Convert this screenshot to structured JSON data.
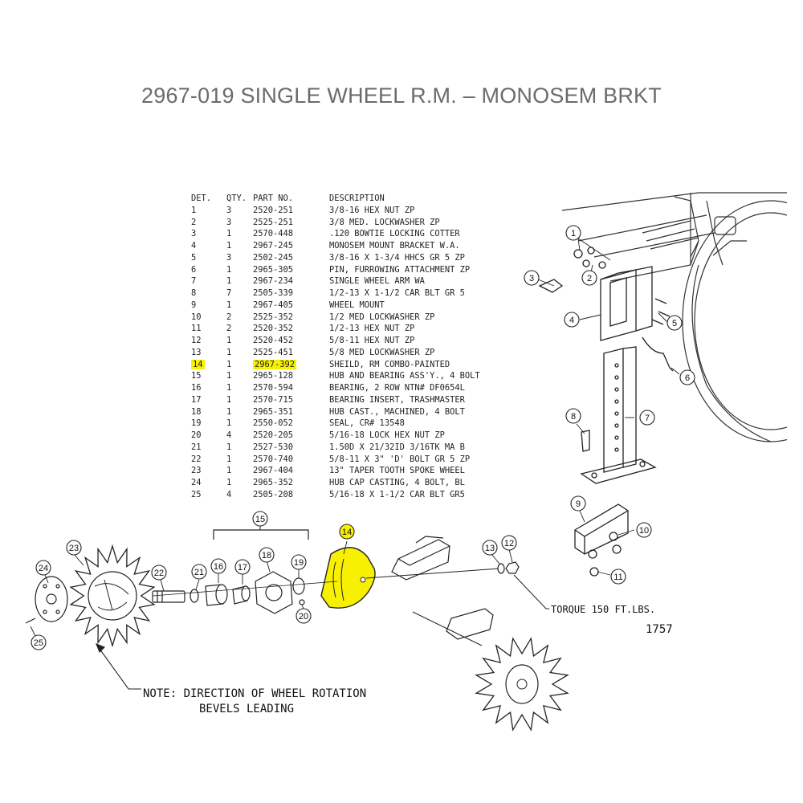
{
  "title": "2967-019 SINGLE WHEEL R.M. – MONOSEM BRKT",
  "table": {
    "headers": {
      "det": "DET.",
      "qty": "QTY.",
      "part": "PART NO.",
      "desc": "DESCRIPTION"
    },
    "rows": [
      {
        "det": "1",
        "qty": "3",
        "part": "2520-251",
        "desc": "3/8-16  HEX NUT ZP"
      },
      {
        "det": "2",
        "qty": "3",
        "part": "2525-251",
        "desc": "3/8 MED. LOCKWASHER ZP"
      },
      {
        "det": "3",
        "qty": "1",
        "part": "2570-448",
        "desc": ".120 BOWTIE LOCKING COTTER"
      },
      {
        "det": "4",
        "qty": "1",
        "part": "2967-245",
        "desc": "MONOSEM MOUNT BRACKET W.A."
      },
      {
        "det": "5",
        "qty": "3",
        "part": "2502-245",
        "desc": "3/8-16 X 1-3/4 HHCS GR 5 ZP"
      },
      {
        "det": "6",
        "qty": "1",
        "part": "2965-305",
        "desc": "PIN, FURROWING ATTACHMENT ZP"
      },
      {
        "det": "7",
        "qty": "1",
        "part": "2967-234",
        "desc": "SINGLE WHEEL ARM WA"
      },
      {
        "det": "8",
        "qty": "7",
        "part": "2505-339",
        "desc": "1/2-13 X 1-1/2 CAR BLT GR 5"
      },
      {
        "det": "9",
        "qty": "1",
        "part": "2967-405",
        "desc": "WHEEL MOUNT"
      },
      {
        "det": "10",
        "qty": "2",
        "part": "2525-352",
        "desc": "1/2 MED LOCKWASHER ZP"
      },
      {
        "det": "11",
        "qty": "2",
        "part": "2520-352",
        "desc": "1/2-13 HEX NUT ZP"
      },
      {
        "det": "12",
        "qty": "1",
        "part": "2520-452",
        "desc": "5/8-11 HEX NUT ZP"
      },
      {
        "det": "13",
        "qty": "1",
        "part": "2525-451",
        "desc": "5/8 MED LOCKWASHER ZP"
      },
      {
        "det": "14",
        "qty": "1",
        "part": "2967-392",
        "desc": "SHEILD, RM COMBO-PAINTED"
      },
      {
        "det": "15",
        "qty": "1",
        "part": "2965-128",
        "desc": "HUB AND BEARING ASS'Y., 4 BOLT"
      },
      {
        "det": "16",
        "qty": "1",
        "part": "2570-594",
        "desc": "BEARING, 2 ROW NTN# DF0654L"
      },
      {
        "det": "17",
        "qty": "1",
        "part": "2570-715",
        "desc": "BEARING INSERT, TRASHMASTER"
      },
      {
        "det": "18",
        "qty": "1",
        "part": "2965-351",
        "desc": "HUB CAST., MACHINED, 4 BOLT"
      },
      {
        "det": "19",
        "qty": "1",
        "part": "2550-052",
        "desc": "SEAL, CR# 13548"
      },
      {
        "det": "20",
        "qty": "4",
        "part": "2520-205",
        "desc": "5/16-18 LOCK HEX NUT ZP"
      },
      {
        "det": "21",
        "qty": "1",
        "part": "2527-530",
        "desc": "1.50D X 21/32ID 3/16TK MA B"
      },
      {
        "det": "22",
        "qty": "1",
        "part": "2570-740",
        "desc": "5/8-11 X 3\" 'D' BOLT GR 5 ZP"
      },
      {
        "det": "23",
        "qty": "1",
        "part": "2967-404",
        "desc": "13\" TAPER TOOTH SPOKE WHEEL"
      },
      {
        "det": "24",
        "qty": "1",
        "part": "2965-352",
        "desc": "HUB CAP CASTING, 4 BOLT, BL"
      },
      {
        "det": "25",
        "qty": "4",
        "part": "2505-208",
        "desc": "5/16-18 X 1-1/2 CAR BLT GR5"
      }
    ]
  },
  "highlight_color": "#f7f000",
  "callouts": [
    "1",
    "2",
    "3",
    "4",
    "5",
    "6",
    "7",
    "8",
    "9",
    "10",
    "11",
    "12",
    "13",
    "14",
    "15",
    "16",
    "17",
    "18",
    "19",
    "20",
    "21",
    "22",
    "23",
    "24",
    "25"
  ],
  "torque_label": "TORQUE 150 FT.LBS.",
  "drawing_number": "1757",
  "note_line1": "NOTE:  DIRECTION OF WHEEL ROTATION",
  "note_line2": "BEVELS LEADING"
}
